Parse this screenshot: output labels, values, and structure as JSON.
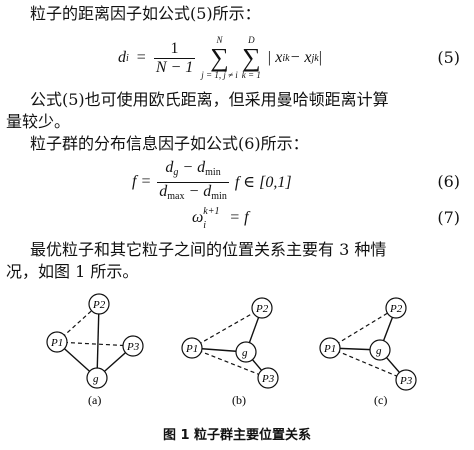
{
  "para1": "粒子的距离因子如公式(5)所示：",
  "eq5": {
    "lhs": "d",
    "lhs_sub": "i",
    "eq": "=",
    "frac_num": "1",
    "frac_den": "N − 1",
    "sum1_upper": "N",
    "sum1_lower": "j = 1, j ≠ i",
    "sum2_upper": "D",
    "sum2_lower": "k = 1",
    "body": "| x",
    "body_sub1": "ik",
    "body_mid": " − x",
    "body_sub2": "jk",
    "body_end": " |",
    "num": "(5)"
  },
  "para2_line1": "公式(5)也可使用欧氏距离，但采用曼哈顿距离计算",
  "para2_line2": "量较少。",
  "para3": "粒子群的分布信息因子如公式(6)所示：",
  "eq6": {
    "lhs": "f =",
    "num_a": "d",
    "num_a_sub": "g",
    "num_mid": " − d",
    "num_b_sub": "min",
    "den_a": "d",
    "den_a_sub": "max",
    "den_mid": " − d",
    "den_b_sub": "min",
    "tail": "f ∈ [0,1]",
    "num": "(6)"
  },
  "eq7": {
    "lhs": "ω",
    "lhs_sub": "i",
    "lhs_sup": "k+1",
    "rhs": "= f",
    "num": "(7)"
  },
  "para4_line1": "最优粒子和其它粒子之间的位置关系主要有 3 种情",
  "para4_line2": "况，如图 1 所示。",
  "diagrams": [
    {
      "nodes": {
        "p1": "P1",
        "p2": "P2",
        "p3": "P3",
        "g": "g"
      },
      "label": "(a)"
    },
    {
      "nodes": {
        "p1": "P1",
        "p2": "P2",
        "p3": "P3",
        "g": "g"
      },
      "label": "(b)"
    },
    {
      "nodes": {
        "p1": "P1",
        "p2": "P2",
        "p3": "P3",
        "g": "g"
      },
      "label": "(c)"
    }
  ],
  "figure_caption": "图 1   粒子群主要位置关系"
}
